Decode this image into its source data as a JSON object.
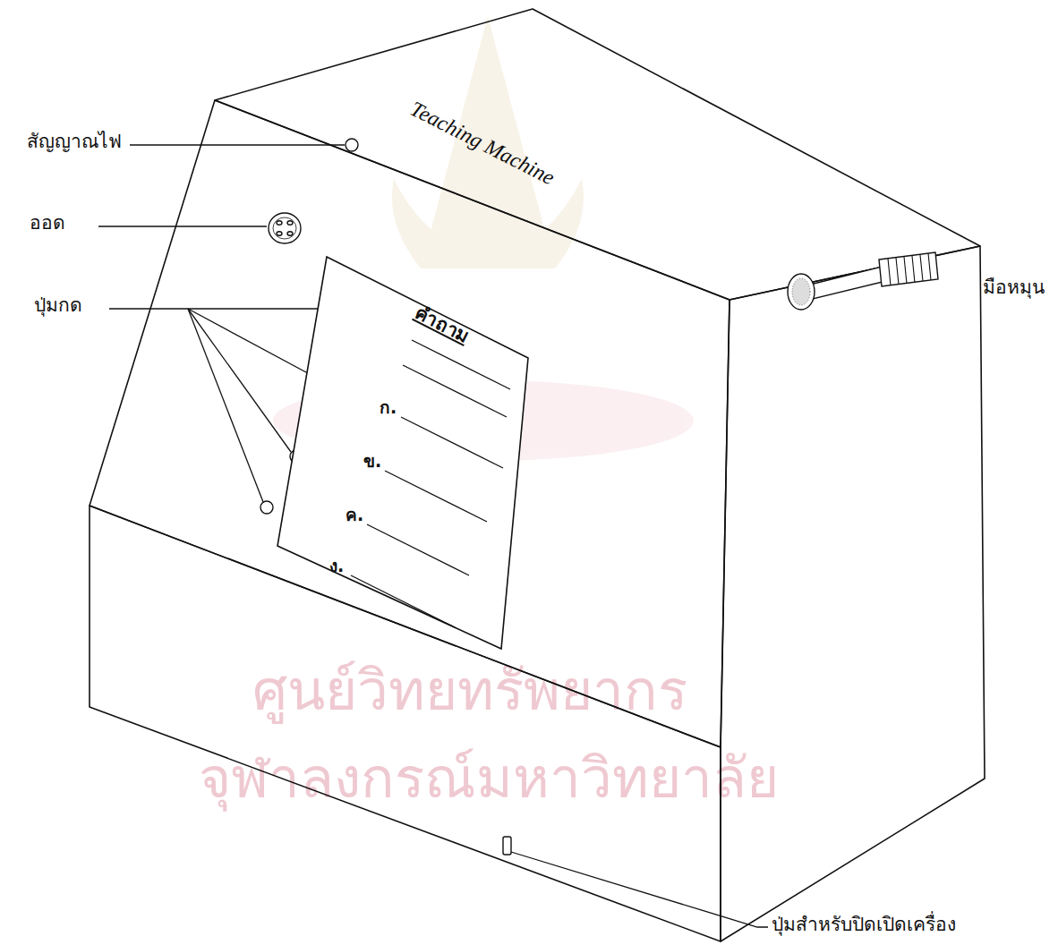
{
  "diagram": {
    "nodes": [
      {
        "text": [
          "คำถาม",
          "ก.",
          "ข.",
          "ค.",
          "ง."
        ]
      }
    ],
    "labels": [
      "Teaching Machine",
      "สัญญาณไฟ",
      "ออด",
      "ปุ่มกด",
      "มือหมุน",
      "ปุ่มสำหรับปิดเปิดเครื่อง",
      "ศูนย์วิทยทรัพยากร",
      "จุฬาลงกรณ์มหาวิทยาลัย"
    ]
  }
}
